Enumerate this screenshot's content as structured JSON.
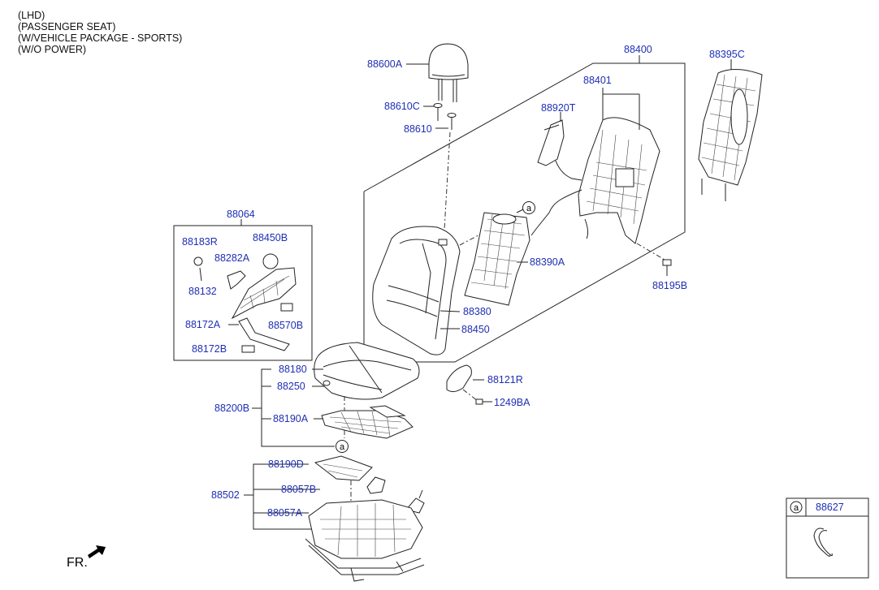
{
  "notes": [
    "(LHD)",
    "(PASSENGER SEAT)",
    "(W/VEHICLE PACKAGE - SPORTS)",
    "(W/O POWER)"
  ],
  "labels": {
    "p88600A": "88600A",
    "p88610C": "88610C",
    "p88610": "88610",
    "p88400": "88400",
    "p88401": "88401",
    "p88920T": "88920T",
    "p88395C": "88395C",
    "p88064": "88064",
    "p88183R": "88183R",
    "p88450B": "88450B",
    "p88282A": "88282A",
    "p88132": "88132",
    "p88172A": "88172A",
    "p88570B": "88570B",
    "p88172B": "88172B",
    "p88390A": "88390A",
    "p88195B": "88195B",
    "p88380": "88380",
    "p88450": "88450",
    "p88180": "88180",
    "p88250": "88250",
    "p88200B": "88200B",
    "p88190A": "88190A",
    "p88121R": "88121R",
    "p1249BA": "1249BA",
    "p88190D": "88190D",
    "p88502": "88502",
    "p88057B": "88057B",
    "p88057A": "88057A",
    "p88627": "88627"
  },
  "circle_ref": "a",
  "fr_label": "FR."
}
